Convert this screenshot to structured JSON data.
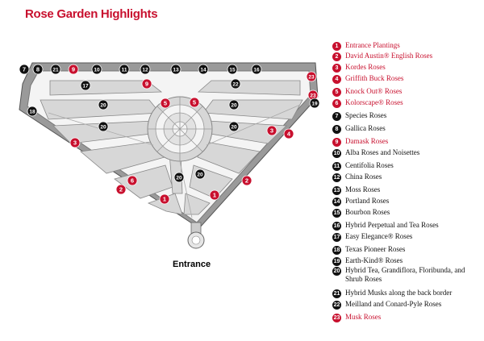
{
  "title": "Rose Garden Highlights",
  "entrance_label": "Entrance",
  "colors": {
    "red": "#c8102e",
    "black": "#111111",
    "wall": "#9a9a9a",
    "bed": "#d7d7d7",
    "path": "#f4f4f4"
  },
  "legend": [
    {
      "num": "1",
      "label": "Entrance Plantings",
      "color": "red"
    },
    {
      "num": "2",
      "label": "David Austin® English Roses",
      "color": "red"
    },
    {
      "num": "3",
      "label": "Kordes Roses",
      "color": "red"
    },
    {
      "num": "4",
      "label": "Griffith Buck Roses",
      "color": "red"
    },
    {
      "num": "5",
      "label": "Knock Out® Roses",
      "color": "red"
    },
    {
      "num": "6",
      "label": "Kolorscape® Roses",
      "color": "red"
    },
    {
      "num": "7",
      "label": "Species Roses",
      "color": "black"
    },
    {
      "num": "8",
      "label": "Gallica Roses",
      "color": "black"
    },
    {
      "num": "9",
      "label": "Damask Roses",
      "color": "red"
    },
    {
      "num": "10",
      "label": "Alba Roses and Noisettes",
      "color": "black"
    },
    {
      "num": "11",
      "label": "Centifolia Roses",
      "color": "black"
    },
    {
      "num": "12",
      "label": "China Roses",
      "color": "black"
    },
    {
      "num": "13",
      "label": "Moss Roses",
      "color": "black"
    },
    {
      "num": "14",
      "label": "Portland Roses",
      "color": "black"
    },
    {
      "num": "15",
      "label": "Bourbon Roses",
      "color": "black"
    },
    {
      "num": "16",
      "label": "Hybrid Perpetual and Tea Roses",
      "color": "black"
    },
    {
      "num": "17",
      "label": "Easy Elegance® Roses",
      "color": "black"
    },
    {
      "num": "18",
      "label": "Texas Pioneer Roses",
      "color": "black"
    },
    {
      "num": "19",
      "label": "Earth-Kind® Roses",
      "color": "black"
    },
    {
      "num": "20",
      "label": "Hybrid Tea, Grandiflora, Floribunda, and Shrub Roses",
      "color": "black"
    },
    {
      "num": "21",
      "label": "Hybrid Musks along the back border",
      "color": "black"
    },
    {
      "num": "22",
      "label": "Meilland and Conard-Pyle Roses",
      "color": "black"
    },
    {
      "num": "23",
      "label": "Musk Roses",
      "color": "red"
    }
  ],
  "markers": [
    {
      "num": "7",
      "color": "black"
    },
    {
      "num": "8",
      "color": "black"
    },
    {
      "num": "21",
      "color": "black"
    },
    {
      "num": "9",
      "color": "red"
    },
    {
      "num": "10",
      "color": "black"
    },
    {
      "num": "11",
      "color": "black"
    },
    {
      "num": "12",
      "color": "black"
    },
    {
      "num": "13",
      "color": "black"
    },
    {
      "num": "14",
      "color": "black"
    },
    {
      "num": "15",
      "color": "black"
    },
    {
      "num": "16",
      "color": "black"
    },
    {
      "num": "23",
      "color": "red"
    },
    {
      "num": "17",
      "color": "black"
    },
    {
      "num": "9",
      "color": "red"
    },
    {
      "num": "22",
      "color": "black"
    },
    {
      "num": "23",
      "color": "red"
    },
    {
      "num": "19",
      "color": "black"
    },
    {
      "num": "18",
      "color": "black"
    },
    {
      "num": "20",
      "color": "black"
    },
    {
      "num": "20",
      "color": "black"
    },
    {
      "num": "20",
      "color": "black"
    },
    {
      "num": "20",
      "color": "black"
    },
    {
      "num": "20",
      "color": "black"
    },
    {
      "num": "20",
      "color": "black"
    },
    {
      "num": "5",
      "color": "red"
    },
    {
      "num": "5",
      "color": "red"
    },
    {
      "num": "3",
      "color": "red"
    },
    {
      "num": "3",
      "color": "red"
    },
    {
      "num": "4",
      "color": "red"
    },
    {
      "num": "6",
      "color": "red"
    },
    {
      "num": "2",
      "color": "red"
    },
    {
      "num": "2",
      "color": "red"
    },
    {
      "num": "1",
      "color": "red"
    },
    {
      "num": "1",
      "color": "red"
    }
  ]
}
